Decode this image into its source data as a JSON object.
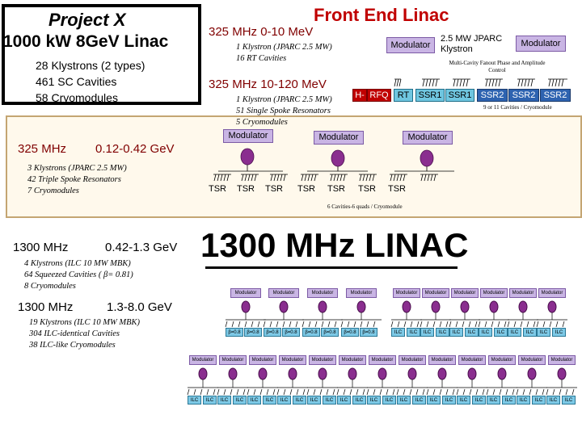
{
  "title": {
    "project": "Project X",
    "power": "1000 kW 8GeV Linac",
    "klystrons": "28 Klystrons (2 types)",
    "cavities": "461 SC Cavities",
    "cryomodules": "58 Cryomodules"
  },
  "front_end": {
    "title": "Front End Linac",
    "sec1": {
      "head": "325 MHz 0-10 MeV",
      "notes": [
        "1 Klystron (JPARC 2.5 MW)",
        "16 RT Cavities"
      ]
    },
    "sec2": {
      "head": "325 MHz 10-120 MeV",
      "notes": [
        "1 Klystron (JPARC 2.5 MW)",
        "51 Single Spoke Resonators",
        "5 Cryomodules"
      ]
    },
    "modulator": "Modulator",
    "jparc": "2.5 MW JPARC Klystron",
    "fanout": "Multi-Cavity Fanout Phase and Amplitude Control",
    "cavity_note": "9 or 11 Cavities / Cryomodule",
    "chain": [
      "H-",
      "RFQ",
      "RT",
      "SSR1",
      "SSR1",
      "SSR2",
      "SSR2",
      "SSR2"
    ],
    "sec3": {
      "head_freq": "325 MHz",
      "head_energy": "0.12-0.42 GeV",
      "notes": [
        "3 Klystrons (JPARC 2.5 MW)",
        "42 Triple Spoke Resonators",
        "7 Cryomodules"
      ]
    },
    "tsr": [
      "TSR",
      "TSR",
      "TSR",
      "TSR",
      "TSR",
      "TSR",
      "TSR"
    ],
    "tsr_note": "6 Cavities-6 quads / Cryomodule"
  },
  "linac1300": {
    "title": "1300 MHz LINAC",
    "sec4": {
      "head_freq": "1300 MHz",
      "head_energy": "0.42-1.3 GeV",
      "notes": [
        "4 Klystrons (ILC 10 MW MBK)",
        "64 Squeezed Cavities ( β= 0.81)",
        "8 Cryomodules"
      ]
    },
    "sec5": {
      "head_freq": "1300 MHz",
      "head_energy": "1.3-8.0 GeV",
      "notes": [
        "19 Klystrons (ILC 10 MW MBK)",
        "304 ILC-identical Cavities",
        "38 ILC-like Cryomodules"
      ]
    },
    "modulator": "Modulator",
    "beta_label": "β=0.8",
    "ilc_label": "ILC"
  }
}
